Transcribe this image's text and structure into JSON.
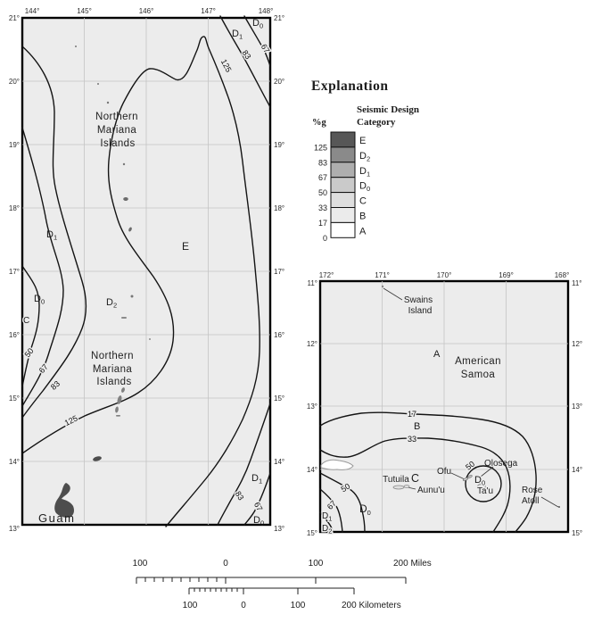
{
  "legend": {
    "title": "Explanation",
    "unit_label": "%g",
    "column_header_line1": "Seismic Design",
    "column_header_line2": "Category",
    "boundary_values": [
      "125",
      "83",
      "67",
      "50",
      "33",
      "17",
      "0"
    ],
    "categories": [
      {
        "main": "E",
        "sub": "",
        "color": "#575757"
      },
      {
        "main": "D",
        "sub": "2",
        "color": "#8a8a8a"
      },
      {
        "main": "D",
        "sub": "1",
        "color": "#aeaeae"
      },
      {
        "main": "D",
        "sub": "0",
        "color": "#cacaca"
      },
      {
        "main": "C",
        "sub": "",
        "color": "#dedede"
      },
      {
        "main": "B",
        "sub": "",
        "color": "#ebebeb"
      },
      {
        "main": "A",
        "sub": "",
        "color": "#ffffff"
      }
    ]
  },
  "left_map": {
    "lon_labels": [
      "144°",
      "145°",
      "146°",
      "147°",
      "148°"
    ],
    "lat_labels_left": [
      "21°",
      "20°",
      "19°",
      "18°",
      "17°",
      "16°",
      "15°",
      "14°",
      "13°"
    ],
    "lat_labels_right": [
      "21°",
      "20°",
      "19°",
      "18°",
      "17°",
      "16°",
      "15°",
      "14°",
      "13°"
    ],
    "place_labels": {
      "nmi_north": [
        "Northern",
        "Mariana",
        "Islands"
      ],
      "nmi_south": [
        "Northern",
        "Mariana",
        "Islands"
      ],
      "guam": "Guam"
    },
    "region_labels": {
      "e": "E",
      "c": "C",
      "d1_west": {
        "main": "D",
        "sub": "1"
      },
      "d0_west": {
        "main": "D",
        "sub": "0"
      },
      "d2_west": {
        "main": "D",
        "sub": "2"
      },
      "d0_ne": {
        "main": "D",
        "sub": "0"
      },
      "d1_ne": {
        "main": "D",
        "sub": "1"
      },
      "d1_se": {
        "main": "D",
        "sub": "1"
      },
      "d0_se": {
        "main": "D",
        "sub": "0"
      }
    },
    "contour_labels": {
      "ne_125": "125",
      "ne_83": "83",
      "ne_67": "67",
      "w_50": "50",
      "w_67": "67",
      "w_83": "83",
      "sw_125": "125",
      "se_83": "83",
      "se_67": "67"
    }
  },
  "right_map": {
    "lon_labels": [
      "172°",
      "171°",
      "170°",
      "169°",
      "168°"
    ],
    "lat_labels_left": [
      "11°",
      "12°",
      "13°",
      "14°",
      "15°"
    ],
    "lat_labels_right": [
      "11°",
      "12°",
      "13°",
      "14°",
      "15°"
    ],
    "place_labels": {
      "swains": [
        "Swains",
        "Island"
      ],
      "american_samoa": [
        "American",
        "Samoa"
      ],
      "tutuila": "Tutuila",
      "aunuu": "Aunu'u",
      "ofu": "Ofu",
      "olosega": "Olosega",
      "tau": "Ta'u",
      "rose": [
        "Rose",
        "Atoll"
      ]
    },
    "region_labels": {
      "a": "A",
      "b": "B",
      "c": "C",
      "d0_circle": {
        "main": "D",
        "sub": "0"
      },
      "d0_sw": {
        "main": "D",
        "sub": "0"
      },
      "d1_sw": {
        "main": "D",
        "sub": "1"
      },
      "d2_sw": {
        "main": "D",
        "sub": "2"
      }
    },
    "contour_labels": {
      "c17": "17",
      "c33": "33",
      "sw_50": "50",
      "sw_67": "67",
      "circle_50": "50"
    }
  },
  "scalebar": {
    "miles": {
      "left": "100",
      "zero": "0",
      "right": "100",
      "end": "200 Miles"
    },
    "kilometers": {
      "left": "100",
      "zero": "0",
      "right": "100",
      "end": "200 Kilometers"
    }
  }
}
